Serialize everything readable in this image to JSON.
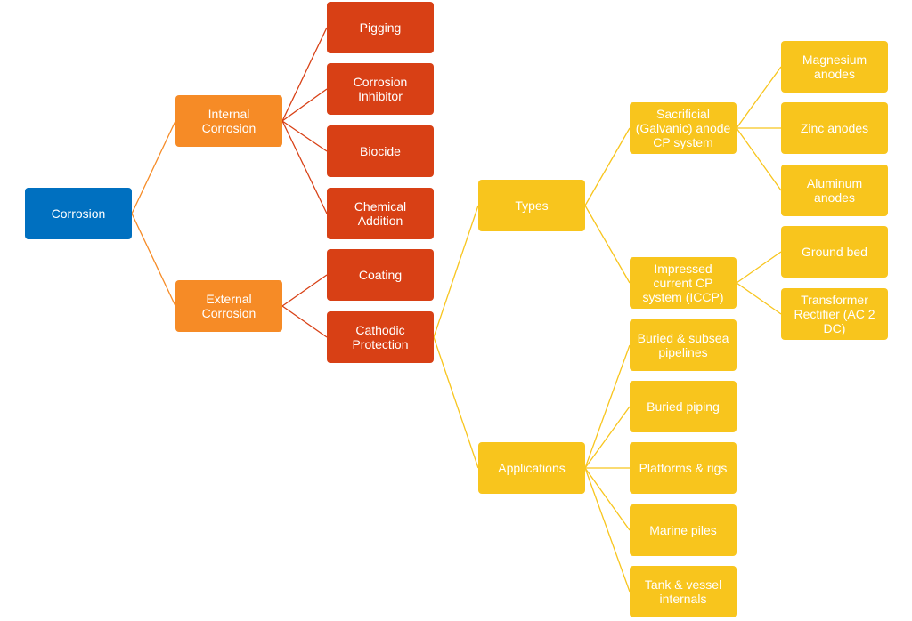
{
  "diagram": {
    "root": {
      "label": "Corrosion"
    },
    "internal": {
      "label": "Internal\nCorrosion",
      "methods": [
        "Pigging",
        "Corrosion\nInhibitor",
        "Biocide",
        "Chemical\nAddition"
      ]
    },
    "external": {
      "label": "External\nCorrosion",
      "methods": [
        "Coating",
        "Cathodic\nProtection"
      ]
    },
    "cp": {
      "types": {
        "label": "Types",
        "sacrificial": {
          "label": "Sacrificial\n(Galvanic) anode\nCP system",
          "items": [
            "Magnesium\nanodes",
            "Zinc anodes",
            "Aluminum\nanodes"
          ]
        },
        "impressed": {
          "label": "Impressed\ncurrent CP\nsystem (ICCP)",
          "items": [
            "Ground bed",
            "Transformer\nRectifier (AC 2\nDC)"
          ]
        }
      },
      "applications": {
        "label": "Applications",
        "items": [
          "Buried & subsea\npipelines",
          "Buried piping",
          "Platforms & rigs",
          "Marine piles",
          "Tank & vessel\ninternals"
        ]
      }
    }
  },
  "colors": {
    "root": "#0070C0",
    "level1": "#F68B26",
    "level2": "#D84015",
    "level3": "#F8C51D"
  }
}
